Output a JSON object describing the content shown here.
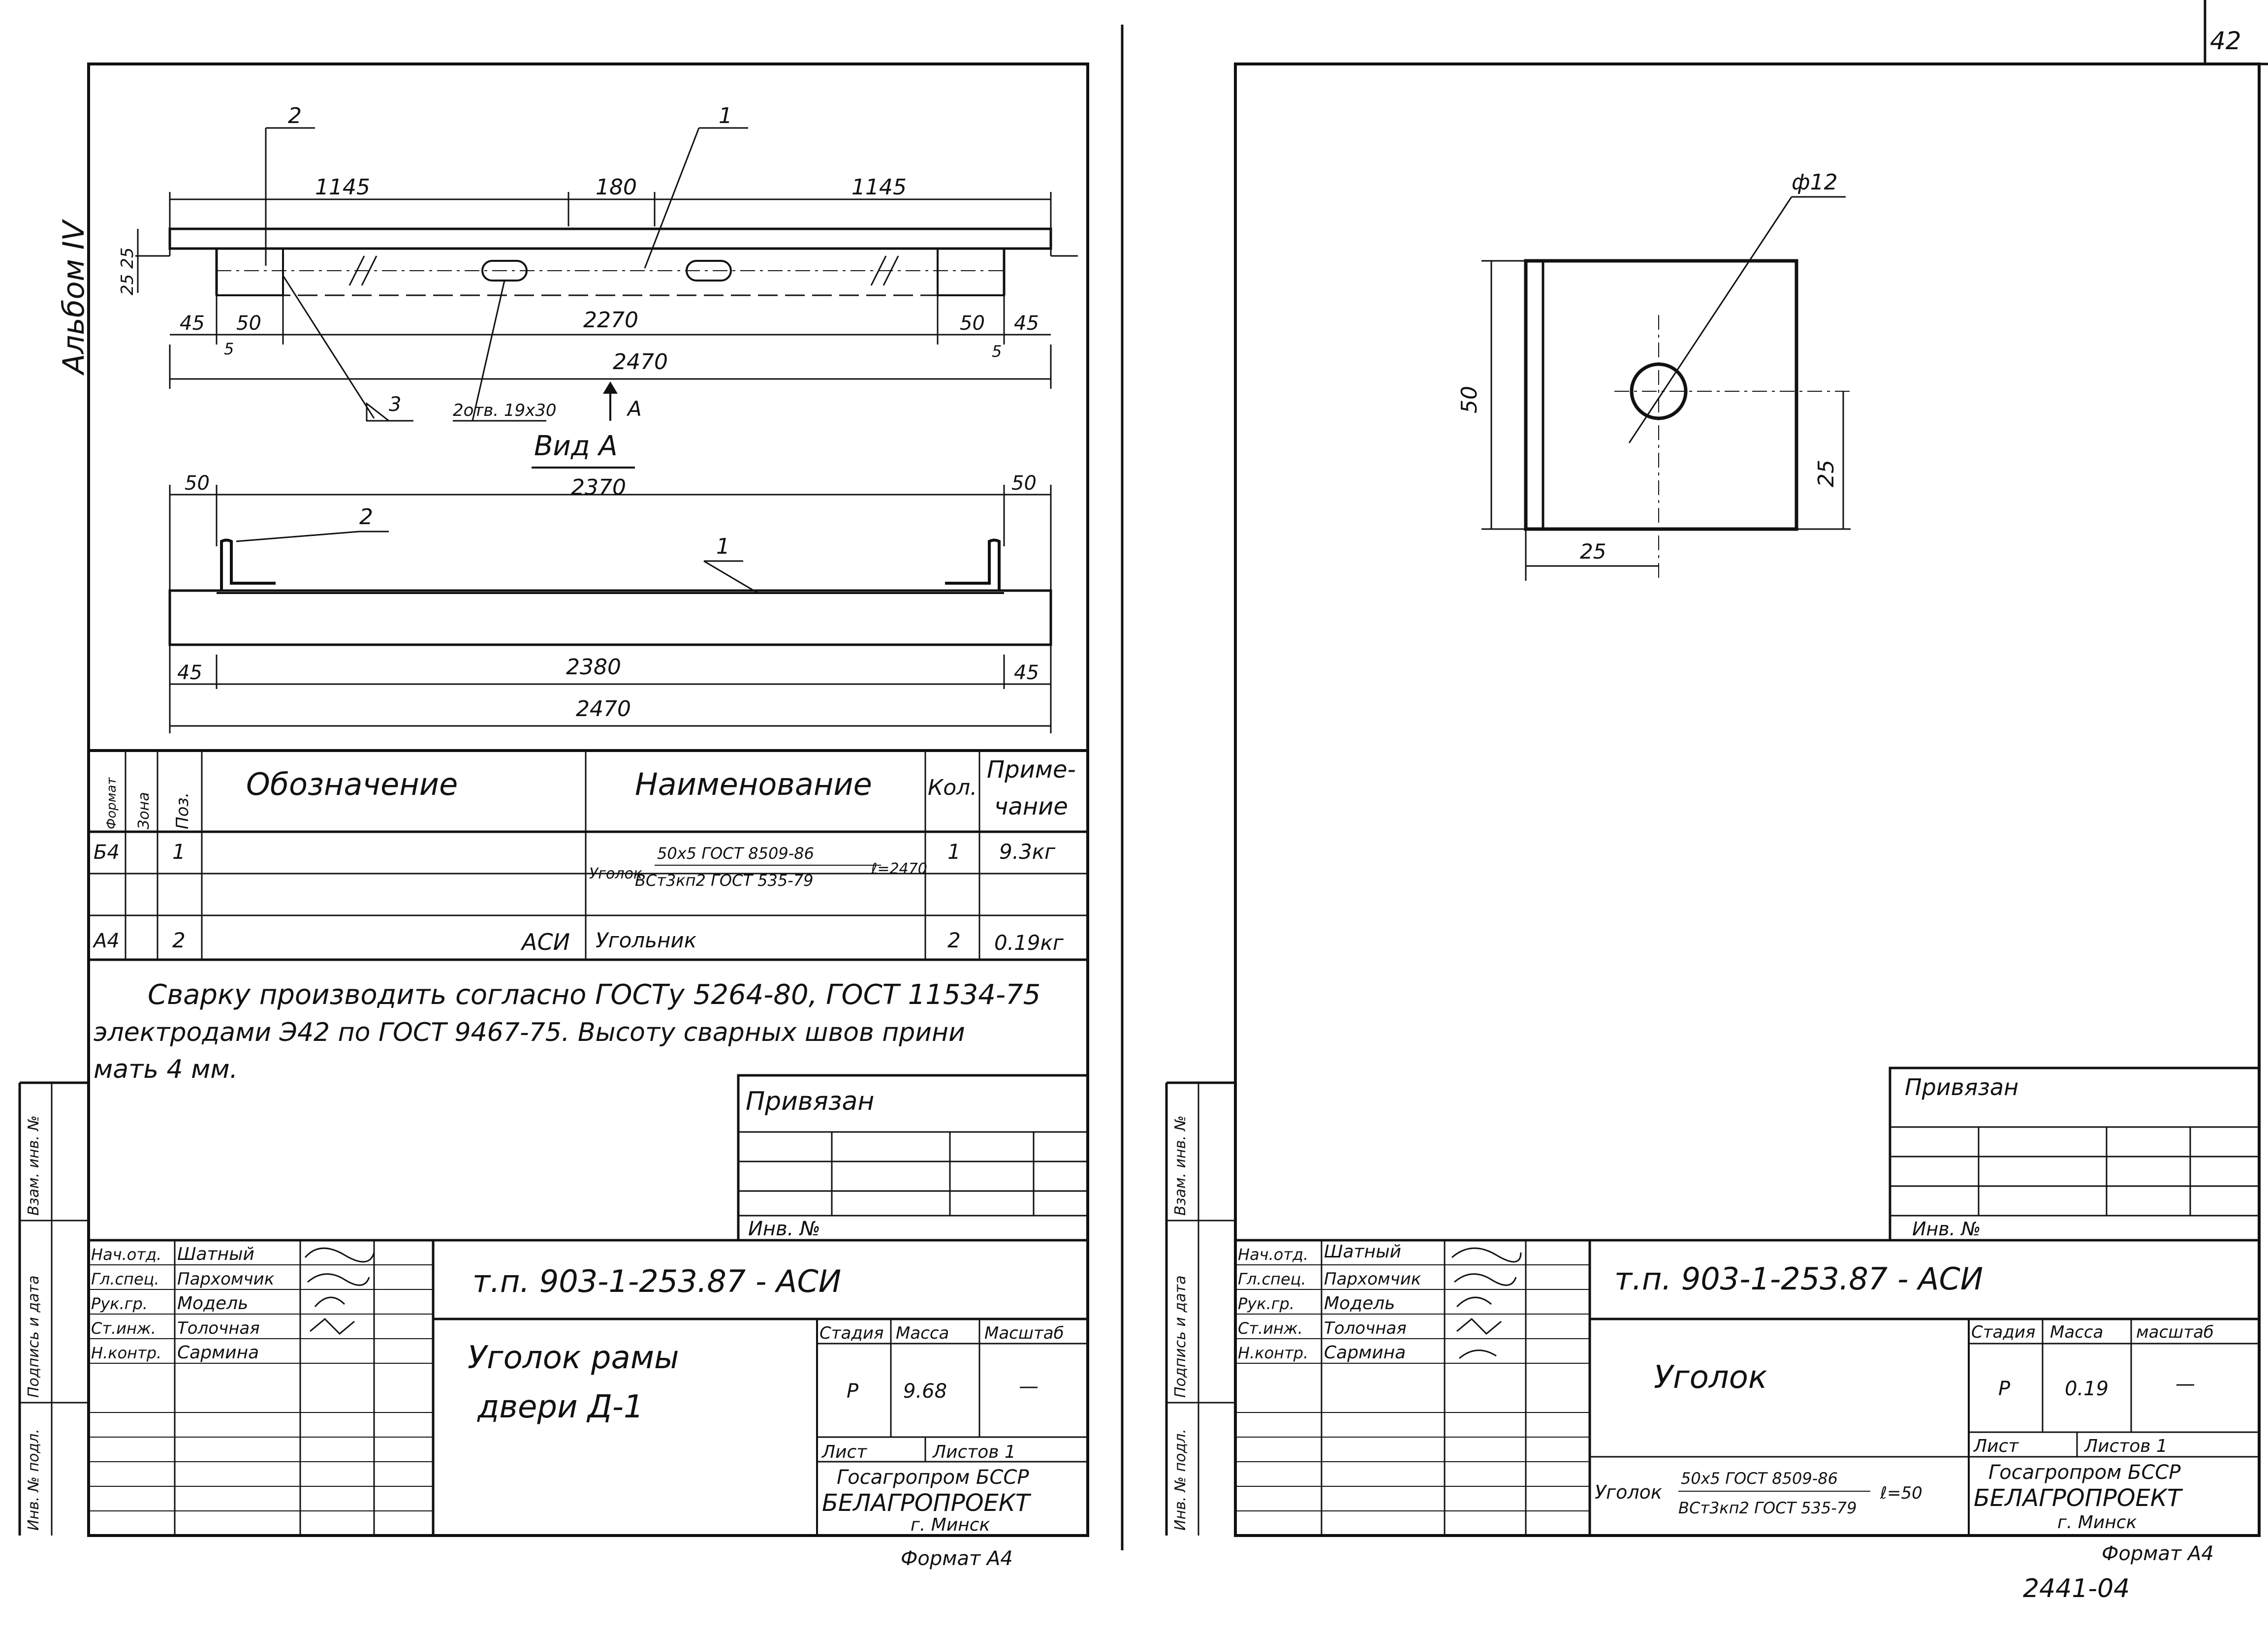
{
  "page_number": "42",
  "album_label": "Альбом IV",
  "left_sheet": {
    "callouts": {
      "pos1_top": "1",
      "pos2_top": "2",
      "weld3": "3",
      "pos2_view": "2",
      "pos1_view": "1"
    },
    "dims": {
      "seg_left": "1145",
      "seg_mid": "180",
      "seg_right": "1145",
      "h_25_25": "25 25",
      "end_45_left": "45",
      "end_50_left": "50",
      "inner_2270": "2270",
      "end_50_right": "50",
      "end_45_right": "45",
      "small_5_left": "5",
      "small_5_right": "5",
      "total_2470_top": "2470",
      "holes_note": "2отв. 19х30",
      "view_arrow": "А",
      "view_a_2370": "2370",
      "view_a_50_left": "50",
      "view_a_50_right": "50",
      "bot_45_left": "45",
      "bot_2380": "2380",
      "bot_45_right": "45",
      "bot_total_2470": "2470"
    },
    "view_title": "Вид А",
    "spec": {
      "headers": {
        "format": "Формат",
        "zone": "Зона",
        "pos": "Поз.",
        "designation": "Обозначение",
        "name": "Наименование",
        "qty": "Кол.",
        "note_1": "Приме-",
        "note_2": "чание"
      },
      "rows": [
        {
          "format": "Б4",
          "pos": "1",
          "designation": "",
          "name_prefix": "Уголок",
          "name_num": "50х5 ГОСТ 8509-86",
          "name_den": "ВСт3кп2 ГОСТ 535-79",
          "name_suffix": "ℓ=2470",
          "qty": "1",
          "note": "9.3кг"
        },
        {
          "format": "А4",
          "pos": "2",
          "designation": "АСИ",
          "name": "Угольник",
          "qty": "2",
          "note": "0.19кг"
        }
      ]
    },
    "weld_note_lines": [
      "Сварку производить согласно ГОСТу 5264-80, ГОСТ 11534-75",
      "электродами Э42 по ГОСТ 9467-75. Высоту сварных швов прини",
      "мать 4 мм."
    ],
    "privyazan": "Привязан",
    "inv_no": "Инв. №",
    "side_labels": [
      "Взам. инв. №",
      "Подпись и дата",
      "Инв. № подл."
    ],
    "roles": [
      "Нач.отд.",
      "Гл.спец.",
      "Рук.гр.",
      "Ст.инж.",
      "Н.контр."
    ],
    "names": [
      "Шатный",
      "Пархомчик",
      "Модель",
      "Толочная",
      "Сармина"
    ],
    "doc_code": "т.п.   903-1-253.87        - АСИ",
    "title_lines": [
      "Уголок рамы",
      "двери Д-1"
    ],
    "stage_label": "Стадия",
    "mass_label": "Масса",
    "scale_label": "Масштаб",
    "stage_value": "Р",
    "mass_value": "9.68",
    "scale_value": "—",
    "sheet_label": "Лист",
    "sheets_label": "Листов 1",
    "org_line1": "Госагропром БССР",
    "org_line2": "БЕЛАГРОПРОЕКТ",
    "org_line3": "г. Минск",
    "format_note": "Формат А4"
  },
  "right_sheet": {
    "dims": {
      "hole": "ф12",
      "height_50": "50",
      "offset_25_v": "25",
      "offset_25_h": "25"
    },
    "privyazan": "Привязан",
    "inv_no": "Инв. №",
    "side_labels": [
      "Взам. инв. №",
      "Подпись и дата",
      "Инв. № подл."
    ],
    "roles": [
      "Нач.отд.",
      "Гл.спец.",
      "Рук.гр.",
      "Ст.инж.",
      "Н.контр."
    ],
    "names": [
      "Шатный",
      "Пархомчик",
      "Модель",
      "Толочная",
      "Сармина"
    ],
    "doc_code": "т.п.   903-1-253.87        - АСИ",
    "title": "Уголок",
    "stage_label": "Стадия",
    "mass_label": "Масса",
    "scale_label": "масштаб",
    "stage_value": "Р",
    "mass_value": "0.19",
    "scale_value": "—",
    "sheet_label": "Лист",
    "sheets_label": "Листов 1",
    "material_prefix": "Уголок",
    "material_num": "50х5 ГОСТ 8509-86",
    "material_den": "ВСт3кп2 ГОСТ 535-79",
    "material_len": "ℓ=50",
    "org_line1": "Госагропром БССР",
    "org_line2": "БЕЛАГРОПРОЕКТ",
    "org_line3": "г. Минск",
    "format_note": "Формат А4",
    "archive_no": "2441-04"
  }
}
